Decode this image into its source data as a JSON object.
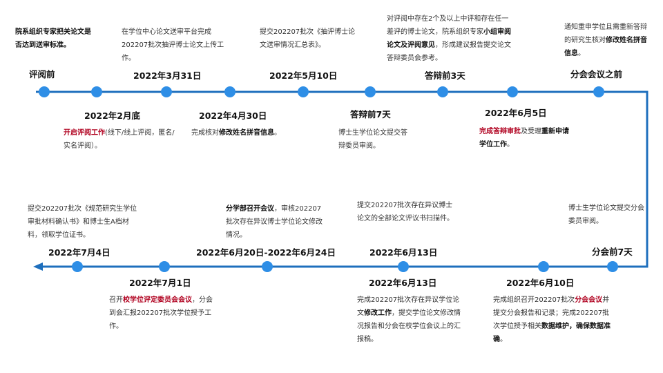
{
  "colors": {
    "line": "#1e6fbd",
    "dot": "#2e8ee6",
    "emphasis": "#b0001f"
  },
  "events": [
    {
      "id": "pre-review",
      "row": 1,
      "date": "评阅前",
      "desc": [
        [
          "院系组织专家把关论文是否达到送审标准。",
          "bold"
        ]
      ]
    },
    {
      "id": "feb-end",
      "row": 1,
      "date": "2022年2月底",
      "desc": [
        [
          "开启评阅工作",
          "red"
        ],
        [
          "(线下/线上评阅，匿名/实名评阅）。",
          ""
        ]
      ]
    },
    {
      "id": "mar-31",
      "row": 1,
      "date": "2022年3月31日",
      "desc": [
        [
          "在学位中心论文送审平台完成202207批次抽评博士论文上传工作。",
          ""
        ]
      ]
    },
    {
      "id": "apr-30",
      "row": 1,
      "date": "2022年4月30日",
      "desc": [
        [
          "完成核对",
          ""
        ],
        [
          "修改姓名拼音信息",
          "bold"
        ],
        [
          "。",
          ""
        ]
      ]
    },
    {
      "id": "may-10",
      "row": 1,
      "date": "2022年5月10日",
      "desc": [
        [
          "提交202207批次《抽评博士论文送审情况汇总表》。",
          ""
        ]
      ]
    },
    {
      "id": "defense-7",
      "row": 1,
      "date": "答辩前7天",
      "desc": [
        [
          "博士生学位论文提交答辩委员审阅。",
          ""
        ]
      ]
    },
    {
      "id": "defense-3",
      "row": 1,
      "date": "答辩前3天",
      "desc": [
        [
          "对评阅中存在2个及以上中评和存在任一差评的博士论文，院系组织专家",
          ""
        ],
        [
          "小组审阅论文及评阅意见",
          "bold"
        ],
        [
          "，形成建议报告提交论文答辩委员会参考。",
          ""
        ]
      ]
    },
    {
      "id": "jun-5",
      "row": 1,
      "date": "2022年6月5日",
      "desc": [
        [
          "完成答辩审批",
          "red"
        ],
        [
          "及受理",
          ""
        ],
        [
          "重新申请学位工作",
          "bold"
        ],
        [
          "。",
          ""
        ]
      ]
    },
    {
      "id": "pre-council",
      "row": 1,
      "date": "分会会议之前",
      "desc": [
        [
          "通知重申学位且需重新答辩的研究生核对",
          ""
        ],
        [
          "修改姓名拼音信息",
          "bold"
        ],
        [
          "。",
          ""
        ]
      ]
    },
    {
      "id": "council-7",
      "row": 2,
      "date": "分会前7天",
      "desc": [
        [
          "博士生学位论文提交分会委员审阅。",
          ""
        ]
      ]
    },
    {
      "id": "jun-10",
      "row": 2,
      "date": "2022年6月10日",
      "desc": [
        [
          "完成组织召开202207批次",
          ""
        ],
        [
          "分会会议",
          "red"
        ],
        [
          "并提交分会报告和记录；",
          ""
        ],
        [
          "完成202207批次学位授予相关",
          ""
        ],
        [
          "数据维护，确保数据准确",
          "bold"
        ],
        [
          "。",
          ""
        ]
      ]
    },
    {
      "id": "jun-13-top",
      "row": 2,
      "date": "2022年6月13日",
      "desc": [
        [
          "提交202207批次存在异议博士论文的全部论文评议书扫描件。",
          ""
        ]
      ]
    },
    {
      "id": "jun-13-bottom",
      "row": 2,
      "date": "2022年6月13日",
      "desc": [
        [
          "完成202207批次存在异议学位论文",
          ""
        ],
        [
          "修改工作",
          "bold"
        ],
        [
          "，提交学位论文修改情况报告和分会在校学位会议上的汇报稿。",
          ""
        ]
      ]
    },
    {
      "id": "jun-20-24",
      "row": 2,
      "date": "2022年6月20日-2022年6月24日",
      "desc": [
        [
          "分学部召开会议",
          "bold"
        ],
        [
          "，审核202207批次存在异议博士学位论文修改情况。",
          ""
        ]
      ]
    },
    {
      "id": "jul-1",
      "row": 2,
      "date": "2022年7月1日",
      "desc": [
        [
          "召开",
          ""
        ],
        [
          "校学位评定委员会会议",
          "red"
        ],
        [
          "，分会到会汇报202207批次学位授予工作。",
          ""
        ]
      ]
    },
    {
      "id": "jul-4",
      "row": 2,
      "date": "2022年7月4日",
      "desc": [
        [
          "提交202207批次《规范研究生学位审批材料确认书》和博士生A档材料，领取学位证书。",
          ""
        ]
      ]
    }
  ]
}
